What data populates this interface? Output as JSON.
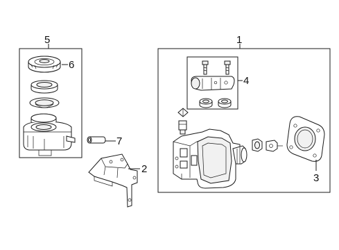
{
  "diagram": {
    "callouts": {
      "c1": "1",
      "c2": "2",
      "c3": "3",
      "c4": "4",
      "c5": "5",
      "c6": "6",
      "c7": "7"
    },
    "parts": [
      {
        "callout": "1",
        "name": "master-cylinder-assembly"
      },
      {
        "callout": "2",
        "name": "mounting-bracket"
      },
      {
        "callout": "3",
        "name": "gasket"
      },
      {
        "callout": "4",
        "name": "master-cylinder"
      },
      {
        "callout": "5",
        "name": "reservoir-assembly"
      },
      {
        "callout": "6",
        "name": "reservoir-cap"
      },
      {
        "callout": "7",
        "name": "hose"
      }
    ]
  }
}
